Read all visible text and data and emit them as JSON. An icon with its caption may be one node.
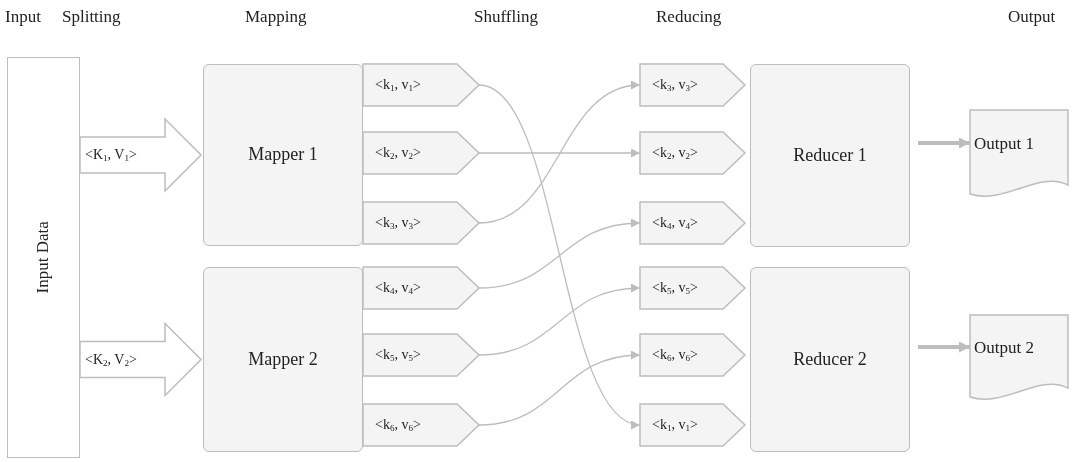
{
  "diagram": {
    "nodes": [
      {
        "text": [
          "Input Data"
        ]
      },
      {
        "text": [
          "Mapper 1"
        ]
      },
      {
        "text": [
          "<k$_{1}$, v$_{1}$>"
        ]
      },
      {
        "text": [
          "<k$_{2}$, v$_{2}$>"
        ]
      },
      {
        "text": [
          "<k$_{3}$, v$_{3}$>"
        ]
      },
      {
        "text": [
          "Mapper 2"
        ]
      },
      {
        "text": [
          "<k$_{4}$, v$_{4}$>"
        ]
      },
      {
        "text": [
          "<k$_{5}$, v$_{5}$>"
        ]
      },
      {
        "text": [
          "<k$_{6}$, v$_{6}$>"
        ]
      },
      {
        "text": [
          "<k$_{3}$, v$_{3}$>"
        ]
      },
      {
        "text": [
          "<k$_{2}$, v$_{2}$>"
        ]
      },
      {
        "text": [
          "<k$_{4}$, v$_{4}$>"
        ]
      },
      {
        "text": [
          "<k$_{5}$, v$_{5}$>"
        ]
      },
      {
        "text": [
          "<k$_{6}$, v$_{6}$>"
        ]
      },
      {
        "text": [
          "<k$_{1}$, v$_{1}$>"
        ]
      },
      {
        "text": [
          "Reducer 1"
        ]
      },
      {
        "text": [
          "Reducer 2"
        ]
      },
      {
        "text": [
          "Output 1"
        ]
      },
      {
        "text": [
          "Output 2"
        ]
      }
    ],
    "edges": [
      {
        "from": 0,
        "to": 1,
        "arrow": "to",
        "label": "<K$_{1}$, V$_{1}$>"
      },
      {
        "from": 0,
        "to": 5,
        "arrow": "to",
        "label": "<K$_{2}$, V$_{2}$>"
      },
      {
        "from": 2,
        "to": 14,
        "arrow": "to"
      },
      {
        "from": 3,
        "to": 10,
        "arrow": "to"
      },
      {
        "from": 4,
        "to": 9,
        "arrow": "to"
      },
      {
        "from": 6,
        "to": 11,
        "arrow": "to"
      },
      {
        "from": 7,
        "to": 12,
        "arrow": "to"
      },
      {
        "from": 8,
        "to": 13,
        "arrow": "to"
      },
      {
        "from": 15,
        "to": 17,
        "arrow": "to",
        "style": "thick"
      },
      {
        "from": 16,
        "to": 18,
        "arrow": "to",
        "style": "thick"
      }
    ],
    "labels": [
      "Input",
      "Splitting",
      "Mapping",
      "Shuffling",
      "Reducing",
      "Output"
    ]
  }
}
